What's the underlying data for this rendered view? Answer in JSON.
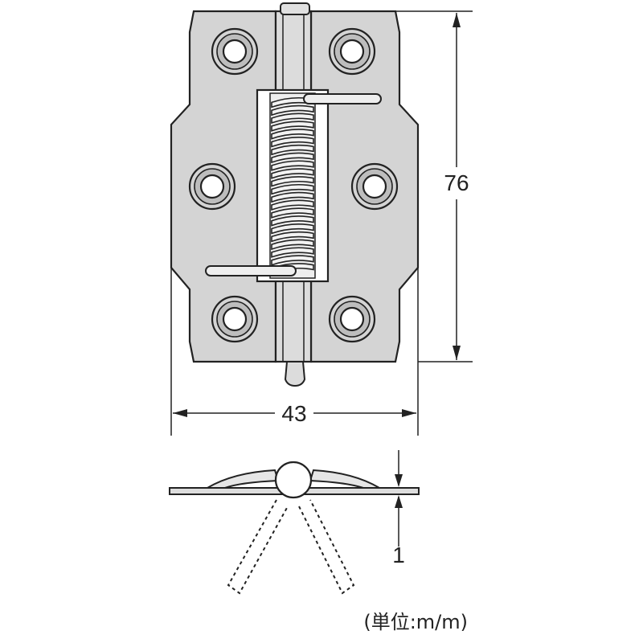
{
  "dimensions": {
    "height_label": "76",
    "width_label": "43",
    "thickness_label": "1"
  },
  "unit_note": "(単位:m/m)",
  "colors": {
    "plate": "#d4d4d4",
    "line": "#222222",
    "spring": "#eeeeee"
  }
}
